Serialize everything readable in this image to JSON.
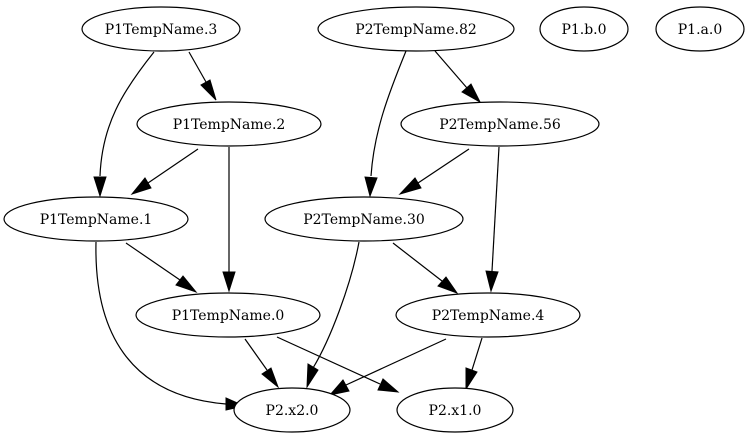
{
  "diagram": {
    "type": "directed-graph",
    "nodes": [
      {
        "id": "p1_tempname_3",
        "label": "P1TempName.3"
      },
      {
        "id": "p2_tempname_82",
        "label": "P2TempName.82"
      },
      {
        "id": "p1_b_0",
        "label": "P1.b.0"
      },
      {
        "id": "p1_a_0",
        "label": "P1.a.0"
      },
      {
        "id": "p1_tempname_2",
        "label": "P1TempName.2"
      },
      {
        "id": "p2_tempname_56",
        "label": "P2TempName.56"
      },
      {
        "id": "p1_tempname_1",
        "label": "P1TempName.1"
      },
      {
        "id": "p2_tempname_30",
        "label": "P2TempName.30"
      },
      {
        "id": "p1_tempname_0",
        "label": "P1TempName.0"
      },
      {
        "id": "p2_tempname_4",
        "label": "P2TempName.4"
      },
      {
        "id": "p2_x2_0",
        "label": "P2.x2.0"
      },
      {
        "id": "p2_x1_0",
        "label": "P2.x1.0"
      }
    ],
    "edges": [
      {
        "from": "p1_tempname_3",
        "to": "p1_tempname_2"
      },
      {
        "from": "p1_tempname_3",
        "to": "p1_tempname_1"
      },
      {
        "from": "p2_tempname_82",
        "to": "p2_tempname_56"
      },
      {
        "from": "p2_tempname_82",
        "to": "p2_tempname_30"
      },
      {
        "from": "p1_tempname_2",
        "to": "p1_tempname_1"
      },
      {
        "from": "p1_tempname_2",
        "to": "p1_tempname_0"
      },
      {
        "from": "p2_tempname_56",
        "to": "p2_tempname_30"
      },
      {
        "from": "p2_tempname_56",
        "to": "p2_tempname_4"
      },
      {
        "from": "p1_tempname_1",
        "to": "p1_tempname_0"
      },
      {
        "from": "p1_tempname_1",
        "to": "p2_x2_0"
      },
      {
        "from": "p2_tempname_30",
        "to": "p2_tempname_4"
      },
      {
        "from": "p2_tempname_30",
        "to": "p2_x2_0"
      },
      {
        "from": "p1_tempname_0",
        "to": "p2_x2_0"
      },
      {
        "from": "p1_tempname_0",
        "to": "p2_x1_0"
      },
      {
        "from": "p2_tempname_4",
        "to": "p2_x2_0"
      },
      {
        "from": "p2_tempname_4",
        "to": "p2_x1_0"
      }
    ]
  }
}
